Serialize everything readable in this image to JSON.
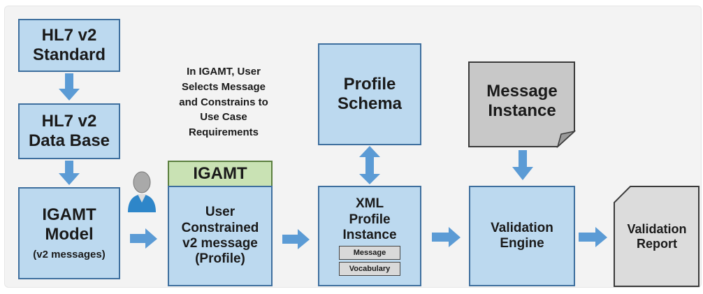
{
  "boxes": {
    "hl7_standard": [
      "HL7 v2",
      "Standard"
    ],
    "hl7_database": [
      "HL7 v2",
      "Data Base"
    ],
    "igamt_model": [
      "IGAMT",
      "Model",
      "(v2 messages)"
    ],
    "igamt_header": "IGAMT",
    "user_constrained": [
      "User",
      "Constrained",
      "v2 message",
      "(Profile)"
    ],
    "profile_schema": [
      "Profile",
      "Schema"
    ],
    "xml_profile": [
      "XML",
      "Profile",
      "Instance"
    ],
    "xml_tags": [
      "Message",
      "Vocabulary"
    ],
    "message_instance": [
      "Message",
      "Instance"
    ],
    "validation_engine": [
      "Validation",
      "Engine"
    ],
    "validation_report": [
      "Validation",
      "Report"
    ]
  },
  "note": [
    "In IGAMT, User",
    "Selects Message",
    "and Constrains to",
    "Use Case",
    "Requirements"
  ],
  "colors": {
    "box_fill": "#bcd9ef",
    "box_border": "#3e6f9e",
    "arrow": "#5b9bd5",
    "header_fill": "#c9e2b4",
    "doc_fill": "#c8c8c8",
    "report_fill": "#dcdcdc"
  },
  "icons": {
    "user": "user-icon"
  }
}
